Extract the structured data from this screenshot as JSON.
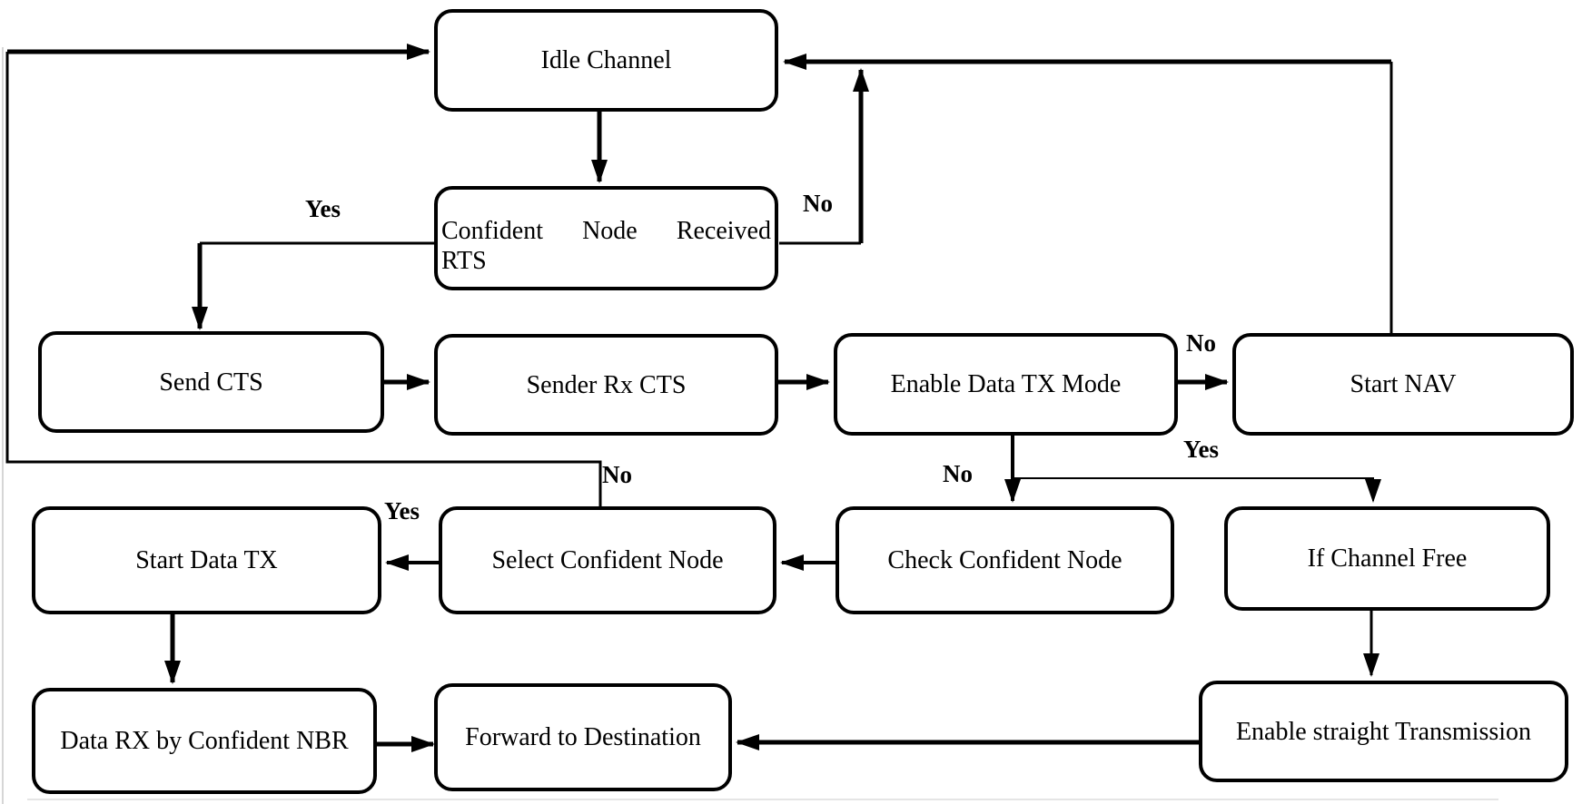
{
  "figure": {
    "type": "flowchart",
    "background_color": "#ffffff",
    "line_color": "#000000",
    "text_color": "#000000"
  },
  "nodes": [
    {
      "id": "idle-channel",
      "label": "Idle Channel"
    },
    {
      "id": "confident-node-received-rts",
      "label": "Confident Node Received RTS",
      "line1": "Confident Node Received",
      "line2": "RTS"
    },
    {
      "id": "send-cts",
      "label": "Send CTS"
    },
    {
      "id": "sender-rx-cts",
      "label": "Sender Rx CTS"
    },
    {
      "id": "enable-data-tx-mode",
      "label": "Enable Data TX Mode"
    },
    {
      "id": "start-nav",
      "label": "Start NAV"
    },
    {
      "id": "start-data-tx",
      "label": "Start Data TX"
    },
    {
      "id": "select-confident-node",
      "label": "Select Confident Node"
    },
    {
      "id": "check-confident-node",
      "label": "Check Confident Node"
    },
    {
      "id": "if-channel-free",
      "label": "If Channel Free"
    },
    {
      "id": "data-rx-by-confident-nbr",
      "label": "Data RX by Confident NBR"
    },
    {
      "id": "forward-to-destination",
      "label": "Forward to Destination"
    },
    {
      "id": "enable-straight-transmission",
      "label": "Enable straight Transmission"
    }
  ],
  "edge_labels": [
    {
      "text": "Yes",
      "for": "confident-node-received-rts -> send-cts"
    },
    {
      "text": "No",
      "for": "confident-node-received-rts -> idle-channel"
    },
    {
      "text": "No",
      "for": "enable-data-tx-mode -> start-nav"
    },
    {
      "text": "Yes",
      "for": "start-nav -> if-channel-free"
    },
    {
      "text": "No",
      "for": "enable-data-tx-mode -> check-confident-node"
    },
    {
      "text": "No",
      "for": "select-confident-node -> idle-channel"
    },
    {
      "text": "Yes",
      "for": "select-confident-node -> start-data-tx"
    }
  ],
  "edges": [
    {
      "from": "idle-channel",
      "to": "confident-node-received-rts",
      "label": ""
    },
    {
      "from": "confident-node-received-rts",
      "to": "send-cts",
      "label": "Yes"
    },
    {
      "from": "confident-node-received-rts",
      "to": "idle-channel",
      "label": "No"
    },
    {
      "from": "send-cts",
      "to": "sender-rx-cts",
      "label": ""
    },
    {
      "from": "sender-rx-cts",
      "to": "enable-data-tx-mode",
      "label": ""
    },
    {
      "from": "enable-data-tx-mode",
      "to": "start-nav",
      "label": "No"
    },
    {
      "from": "enable-data-tx-mode",
      "to": "check-confident-node",
      "label": "No"
    },
    {
      "from": "start-nav",
      "to": "idle-channel",
      "label": ""
    },
    {
      "from": "start-nav",
      "to": "if-channel-free",
      "label": "Yes"
    },
    {
      "from": "check-confident-node",
      "to": "select-confident-node",
      "label": ""
    },
    {
      "from": "select-confident-node",
      "to": "start-data-tx",
      "label": "Yes"
    },
    {
      "from": "select-confident-node",
      "to": "idle-channel",
      "label": "No"
    },
    {
      "from": "start-data-tx",
      "to": "data-rx-by-confident-nbr",
      "label": ""
    },
    {
      "from": "data-rx-by-confident-nbr",
      "to": "forward-to-destination",
      "label": ""
    },
    {
      "from": "if-channel-free",
      "to": "enable-straight-transmission",
      "label": ""
    },
    {
      "from": "enable-straight-transmission",
      "to": "forward-to-destination",
      "label": ""
    }
  ]
}
